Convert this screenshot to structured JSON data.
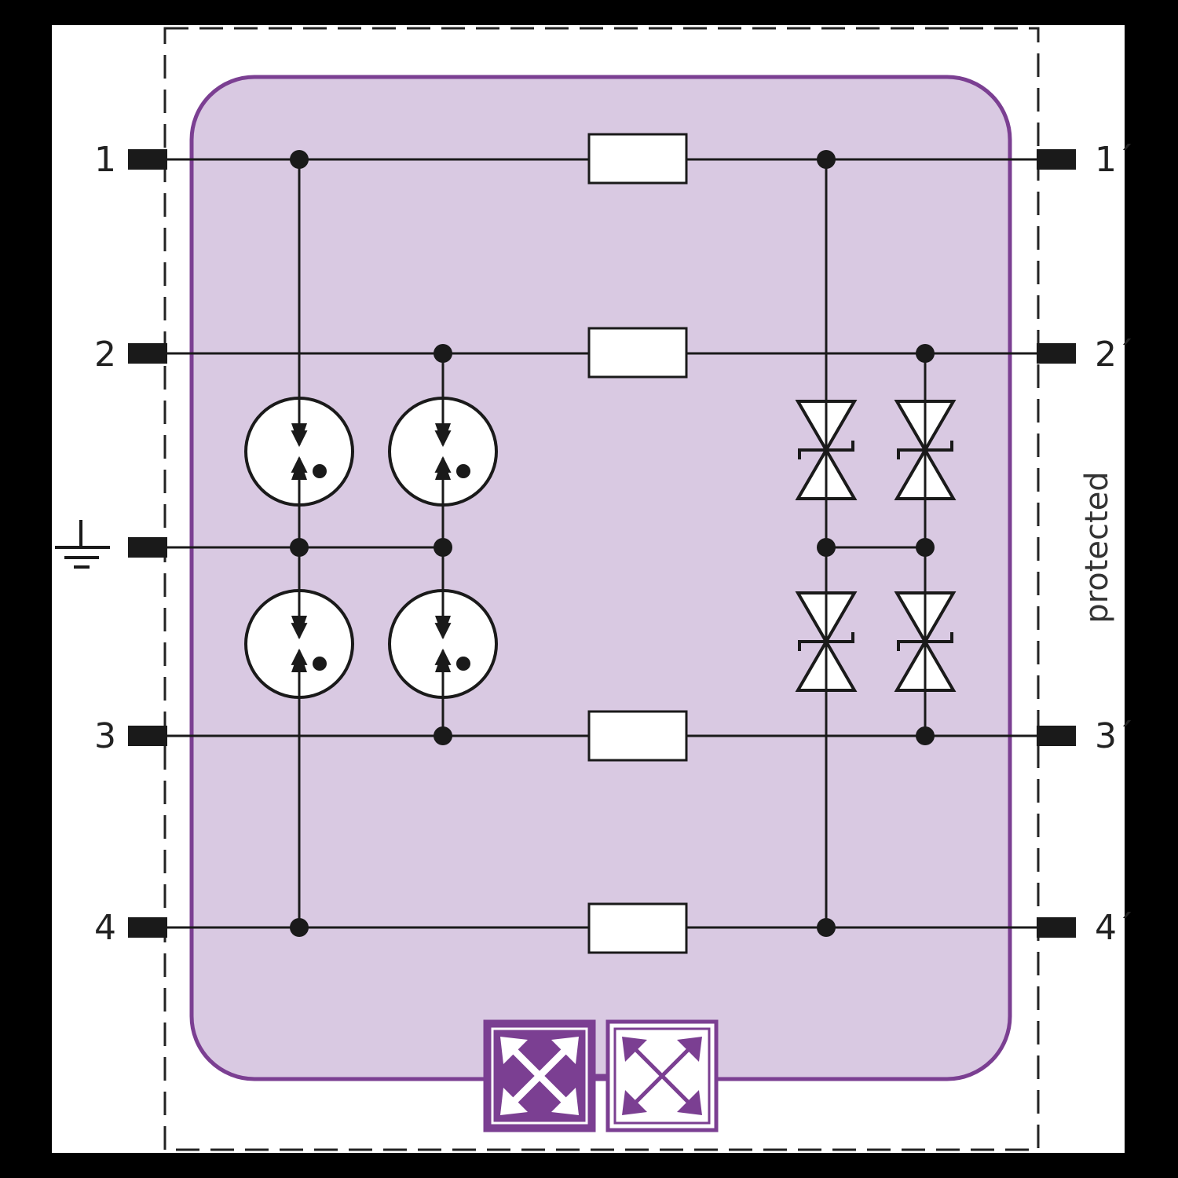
{
  "colors": {
    "frame": "#000000",
    "background": "#ffffff",
    "module_fill": "#d9c9e2",
    "module_border": "#7b3f92",
    "accent": "#7b3f92",
    "wire": "#1a1a1a"
  },
  "terminals": {
    "left": [
      "1",
      "2",
      "3",
      "4"
    ],
    "right": [
      "1´",
      "2´",
      "3´",
      "4´"
    ]
  },
  "side_label": "protected",
  "icons": {
    "ground": "ground-symbol-icon",
    "gas_discharge_tube": "gas-discharge-tube-icon",
    "tvs_diode": "bidirectional-tvs-diode-icon",
    "resistor": "decoupling-resistor-icon",
    "logo_filled": "four-arrows-filled-icon",
    "logo_outline": "four-arrows-outline-icon"
  }
}
